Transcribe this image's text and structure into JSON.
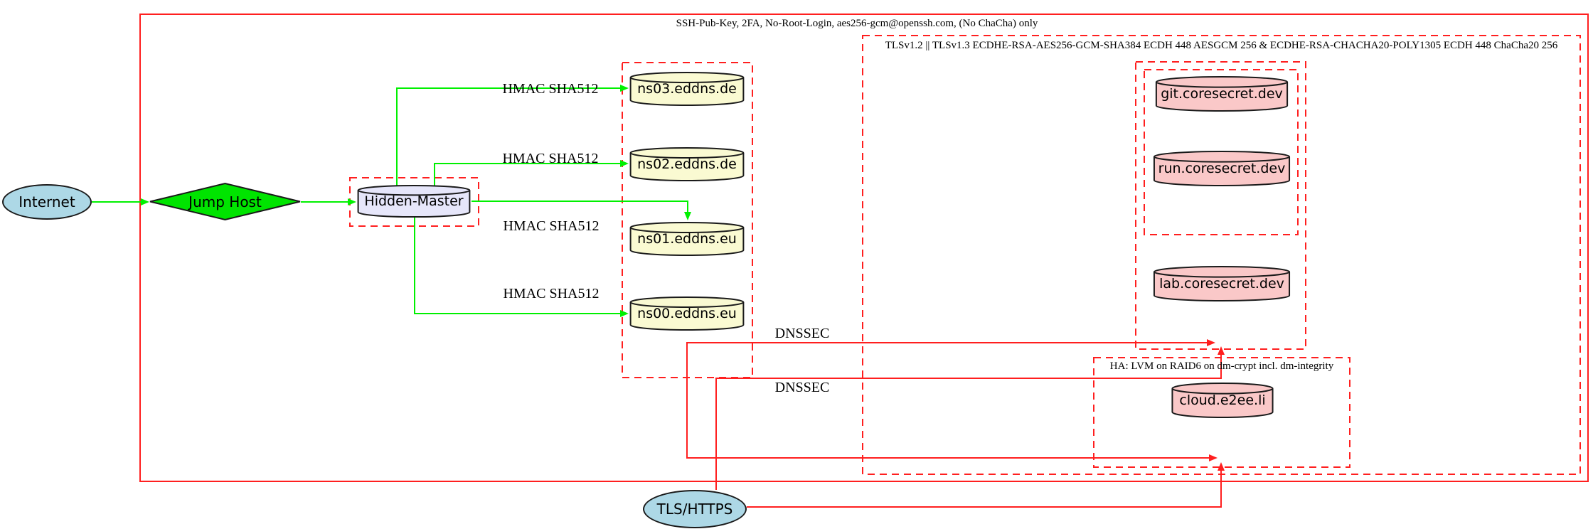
{
  "diagram": {
    "clusters": {
      "ssh": {
        "label": "SSH-Pub-Key, 2FA, No-Root-Login, aes256-gcm@openssh.com, (No ChaCha) only"
      },
      "tls": {
        "label": "TLSv1.2 || TLSv1.3 ECDHE-RSA-AES256-GCM-SHA384 ECDH 448 AESGCM 256 & ECDHE-RSA-CHACHA20-POLY1305 ECDH 448 ChaCha20 256"
      },
      "ha": {
        "label": "HA: LVM on RAID6 on dm-crypt incl. dm-integrity"
      }
    },
    "nodes": {
      "internet": "Internet",
      "jump_host": "Jump Host",
      "hidden_master": "Hidden-Master",
      "ns03": "ns03.eddns.de",
      "ns02": "ns02.eddns.de",
      "ns01": "ns01.eddns.eu",
      "ns00": "ns00.eddns.eu",
      "git": "git.coresecret.dev",
      "run": "run.coresecret.dev",
      "lab": "lab.coresecret.dev",
      "cloud": "cloud.e2ee.li",
      "tls_https": "TLS/HTTPS"
    },
    "edge_labels": {
      "hmac1": "HMAC SHA512",
      "hmac2": "HMAC SHA512",
      "hmac3": "HMAC SHA512",
      "hmac4": "HMAC SHA512",
      "dnssec1": "DNSSEC",
      "dnssec2": "DNSSEC"
    },
    "colors": {
      "edge_green": "#00f000",
      "node_green": "#00e400",
      "red": "#ff1f1f",
      "yellow": "#fafad2",
      "pink": "#fac8c8",
      "lavender": "#e6e6fa",
      "lightblue": "#add8e6"
    }
  }
}
